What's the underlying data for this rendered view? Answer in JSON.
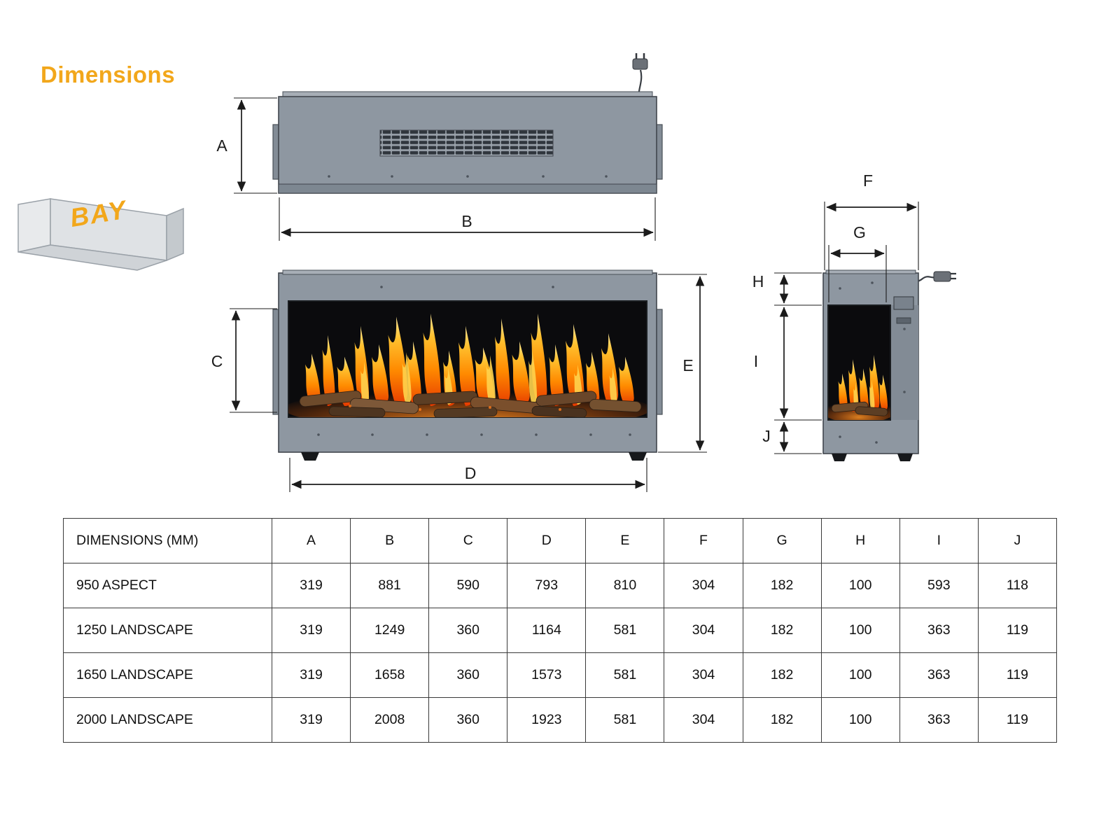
{
  "page": {
    "title": "Dimensions",
    "bay_label": "BAY"
  },
  "diagram": {
    "labels": {
      "a": "A",
      "b": "B",
      "c": "C",
      "d": "D",
      "e": "E",
      "f": "F",
      "g": "G",
      "h": "H",
      "i": "I",
      "j": "J"
    }
  },
  "table": {
    "header": [
      "DIMENSIONS (MM)",
      "A",
      "B",
      "C",
      "D",
      "E",
      "F",
      "G",
      "H",
      "I",
      "J"
    ],
    "rows": [
      {
        "model": "950 ASPECT",
        "values": [
          "319",
          "881",
          "590",
          "793",
          "810",
          "304",
          "182",
          "100",
          "593",
          "118"
        ]
      },
      {
        "model": "1250 LANDSCAPE",
        "values": [
          "319",
          "1249",
          "360",
          "1164",
          "581",
          "304",
          "182",
          "100",
          "363",
          "119"
        ]
      },
      {
        "model": "1650 LANDSCAPE",
        "values": [
          "319",
          "1658",
          "360",
          "1573",
          "581",
          "304",
          "182",
          "100",
          "363",
          "119"
        ]
      },
      {
        "model": "2000 LANDSCAPE",
        "values": [
          "319",
          "2008",
          "360",
          "1923",
          "581",
          "304",
          "182",
          "100",
          "363",
          "119"
        ]
      }
    ]
  },
  "colors": {
    "accent": "#F2A71B",
    "body_gray": "#8E97A1",
    "flame_orange": "#FF8A00",
    "line": "#1B1B1B"
  }
}
